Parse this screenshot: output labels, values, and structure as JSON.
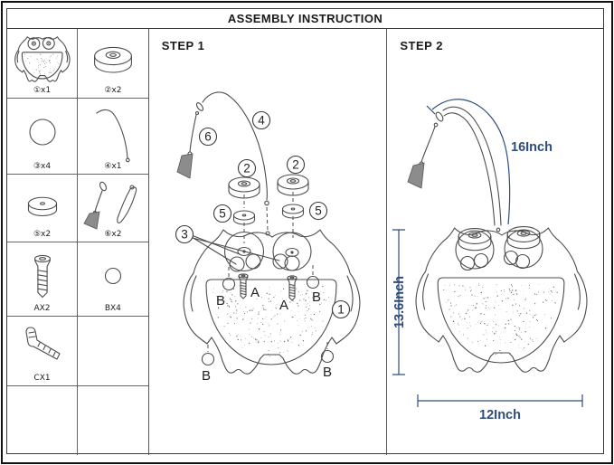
{
  "header": {
    "title": "ASSEMBLY INSTRUCTION"
  },
  "colors": {
    "line": "#4d4d4d",
    "dimension_blue": "#2e4d7b",
    "border": "#111111",
    "grid": "#666666",
    "tassel_fill": "#8c8c8c",
    "speckle": "#6b6b6b"
  },
  "parts": [
    {
      "name": "owl-body",
      "label": "①x1"
    },
    {
      "name": "large-disc",
      "label": "②x2"
    },
    {
      "name": "round-plate",
      "label": "③x4"
    },
    {
      "name": "curved-rod",
      "label": "④x1"
    },
    {
      "name": "small-disc",
      "label": "⑤x2"
    },
    {
      "name": "tassel",
      "label": "⑥x2"
    },
    {
      "name": "screw",
      "label": "AX2"
    },
    {
      "name": "ball",
      "label": "BX4"
    },
    {
      "name": "allen-key",
      "label": "CX1"
    }
  ],
  "step1": {
    "title": "STEP 1",
    "callouts": {
      "c1": "1",
      "c2": "2",
      "c3": "3",
      "c4": "4",
      "c5": "5",
      "c6": "6"
    },
    "labels": {
      "a": "A",
      "b": "B"
    }
  },
  "step2": {
    "title": "STEP 2",
    "dimensions": {
      "rod_length": "16Inch",
      "height": "13.6Inch",
      "width": "12Inch"
    }
  }
}
